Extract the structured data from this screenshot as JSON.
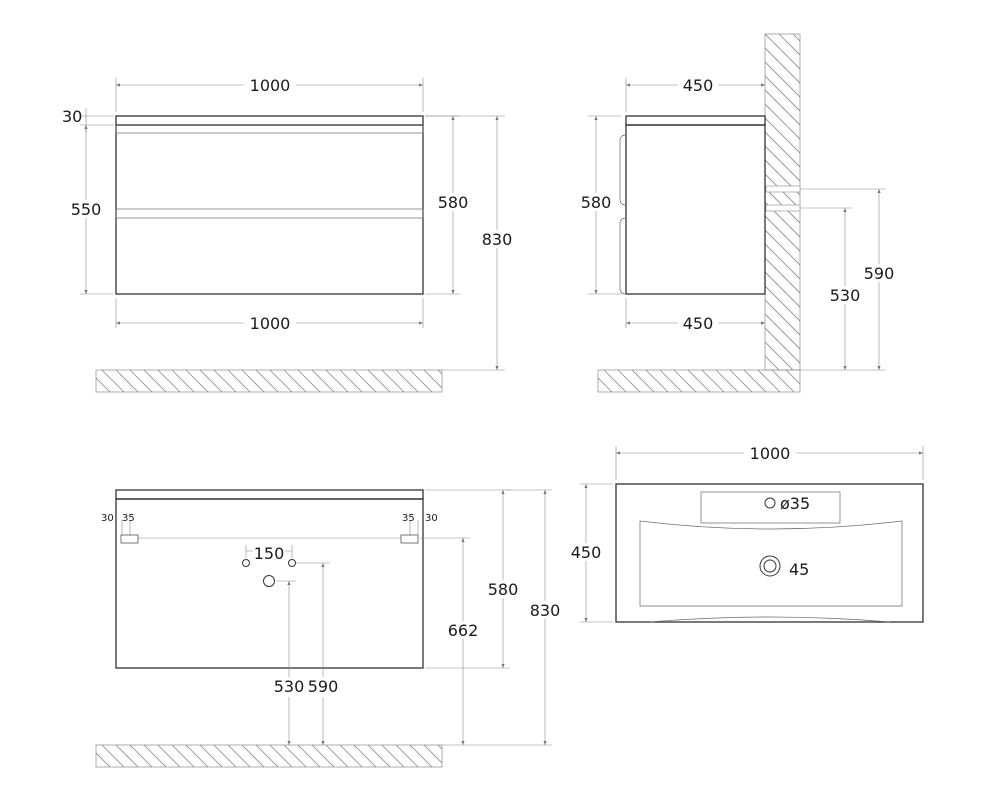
{
  "front_view": {
    "top_width": "1000",
    "bottom_width": "1000",
    "top_thickness": "30",
    "drawer_height": "550",
    "body_height": "580",
    "total_height": "830"
  },
  "side_view": {
    "top_depth": "450",
    "bottom_depth": "450",
    "body_height": "580",
    "mount_low": "530",
    "mount_high": "590"
  },
  "back_view": {
    "left_offset": "30",
    "left_hole": "35",
    "right_hole": "35",
    "right_offset": "30",
    "hole_spacing": "150",
    "drain_height": "530",
    "supply_height": "590",
    "body_height": "580",
    "rail_height": "662",
    "total_height": "830"
  },
  "top_view": {
    "width": "1000",
    "depth": "450",
    "tap_hole": "ø35",
    "drain_hole": "45"
  }
}
